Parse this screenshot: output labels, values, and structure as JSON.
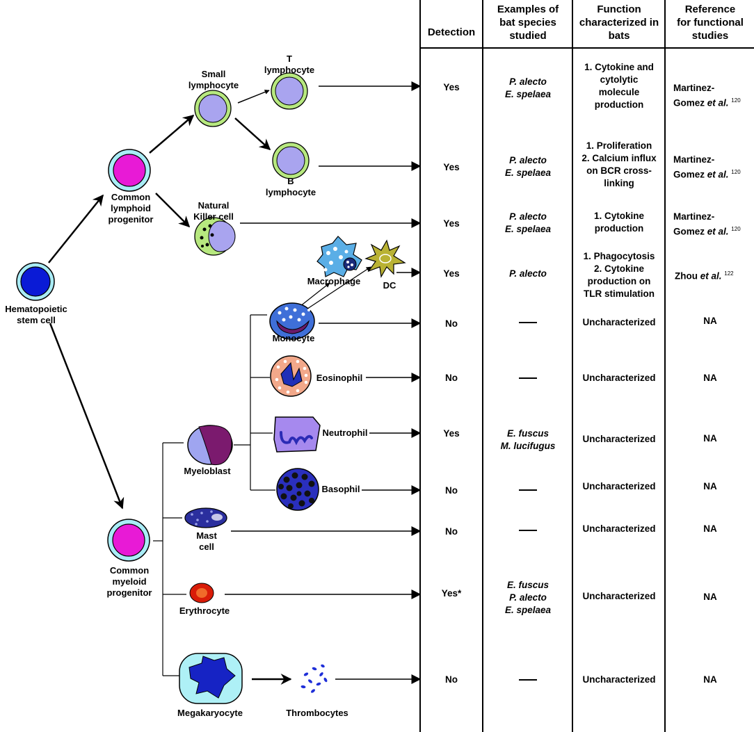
{
  "headers": {
    "detection": "Detection",
    "species": [
      "Examples of",
      "bat species",
      "studied"
    ],
    "function": [
      "Function",
      "characterized in",
      "bats"
    ],
    "reference": [
      "Reference",
      "for functional",
      "studies"
    ]
  },
  "cells": {
    "hsc": [
      "Hematopoietic",
      "stem cell"
    ],
    "clp": [
      "Common",
      "lymphoid",
      "progenitor"
    ],
    "cmp": [
      "Common",
      "myeloid",
      "progenitor"
    ],
    "small_lymph": [
      "Small",
      "lymphocyte"
    ],
    "t_cell": [
      "T",
      "lymphocyte"
    ],
    "b_cell": [
      "B",
      "lymphocyte"
    ],
    "nk": [
      "Natural",
      "Killer cell"
    ],
    "macrophage": "Macrophage",
    "dc": "DC",
    "monocyte": "Monocyte",
    "eosinophil": "Eosinophil",
    "neutrophil": "Neutrophil",
    "basophil": "Basophil",
    "myeloblast": "Myeloblast",
    "mast": [
      "Mast",
      "cell"
    ],
    "erythrocyte": "Erythrocyte",
    "megakaryocyte": "Megakaryocyte",
    "thrombocytes": "Thrombocytes"
  },
  "rows": [
    {
      "id": "t",
      "detection": "Yes",
      "species": [
        "P. alecto",
        "E. spelaea"
      ],
      "function": [
        "1. Cytokine and",
        "cytolytic",
        "molecule",
        "production"
      ],
      "reference": [
        "Martinez-",
        "Gomez et al."
      ],
      "ref_sup": "120"
    },
    {
      "id": "b",
      "detection": "Yes",
      "species": [
        "P. alecto",
        "E. spelaea"
      ],
      "function": [
        "1. Proliferation",
        "2. Calcium influx",
        "on BCR cross-",
        "linking"
      ],
      "reference": [
        "Martinez-",
        "Gomez et al."
      ],
      "ref_sup": "120"
    },
    {
      "id": "nk",
      "detection": "Yes",
      "species": [
        "P. alecto",
        "E. spelaea"
      ],
      "function": [
        "1. Cytokine",
        "production"
      ],
      "reference": [
        "Martinez-",
        "Gomez et al."
      ],
      "ref_sup": "120"
    },
    {
      "id": "dc",
      "detection": "Yes",
      "species": [
        "P. alecto"
      ],
      "function": [
        "1. Phagocytosis",
        "2. Cytokine",
        "production on",
        "TLR stimulation"
      ],
      "reference": [
        "Zhou et al."
      ],
      "ref_sup": "122"
    },
    {
      "id": "mono",
      "detection": "No",
      "species": [],
      "function": [
        "Uncharacterized"
      ],
      "reference": [
        "NA"
      ],
      "ref_sup": ""
    },
    {
      "id": "eos",
      "detection": "No",
      "species": [],
      "function": [
        "Uncharacterized"
      ],
      "reference": [
        "NA"
      ],
      "ref_sup": ""
    },
    {
      "id": "neu",
      "detection": "Yes",
      "species": [
        "E. fuscus",
        "M. lucifugus"
      ],
      "function": [
        "Uncharacterized"
      ],
      "reference": [
        "NA"
      ],
      "ref_sup": ""
    },
    {
      "id": "baso",
      "detection": "No",
      "species": [],
      "function": [
        "Uncharacterized"
      ],
      "reference": [
        "NA"
      ],
      "ref_sup": ""
    },
    {
      "id": "mast",
      "detection": "No",
      "species": [],
      "function": [
        "Uncharacterized"
      ],
      "reference": [
        "NA"
      ],
      "ref_sup": ""
    },
    {
      "id": "ery",
      "detection": "Yes*",
      "species": [
        "E. fuscus",
        "P. alecto",
        "E. spelaea"
      ],
      "function": [
        "Uncharacterized"
      ],
      "reference": [
        "NA"
      ],
      "ref_sup": ""
    },
    {
      "id": "throm",
      "detection": "No",
      "species": [],
      "function": [
        "Uncharacterized"
      ],
      "reference": [
        "NA"
      ],
      "ref_sup": ""
    }
  ],
  "colors": {
    "hsc_fill": "#0a1bd6",
    "hsc_ring": "#a9ecf6",
    "progenitor_fill": "#e81ad6",
    "progenitor_ring": "#a9ecf6",
    "lymph_fill": "#a9a4ef",
    "lymph_ring": "#b7e87f",
    "nk_body": "#b7e87f",
    "macrophage": "#5aaee6",
    "dc": "#b9b233",
    "monocyte": "#3f6fd8",
    "monocyte_nucleus": "#6a1b6a",
    "eosinophil": "#f2a88a",
    "eos_nucleus": "#1f2fb8",
    "neutrophil": "#a689ee",
    "neu_nucleus": "#2b2bb5",
    "myeloblast_light": "#9fa5f0",
    "myeloblast_dark": "#7b1a6e",
    "basophil_dots": "#111111",
    "basophil_fill": "#2a2fbd",
    "mast_fill": "#2b2f9e",
    "erythrocyte": "#d91c08",
    "erythrocyte_center": "#f06a2a",
    "megakaryocyte_bg": "#aef0f6",
    "megakaryocyte_nucleus": "#1623c4",
    "thrombocytes": "#1f2fd8"
  }
}
